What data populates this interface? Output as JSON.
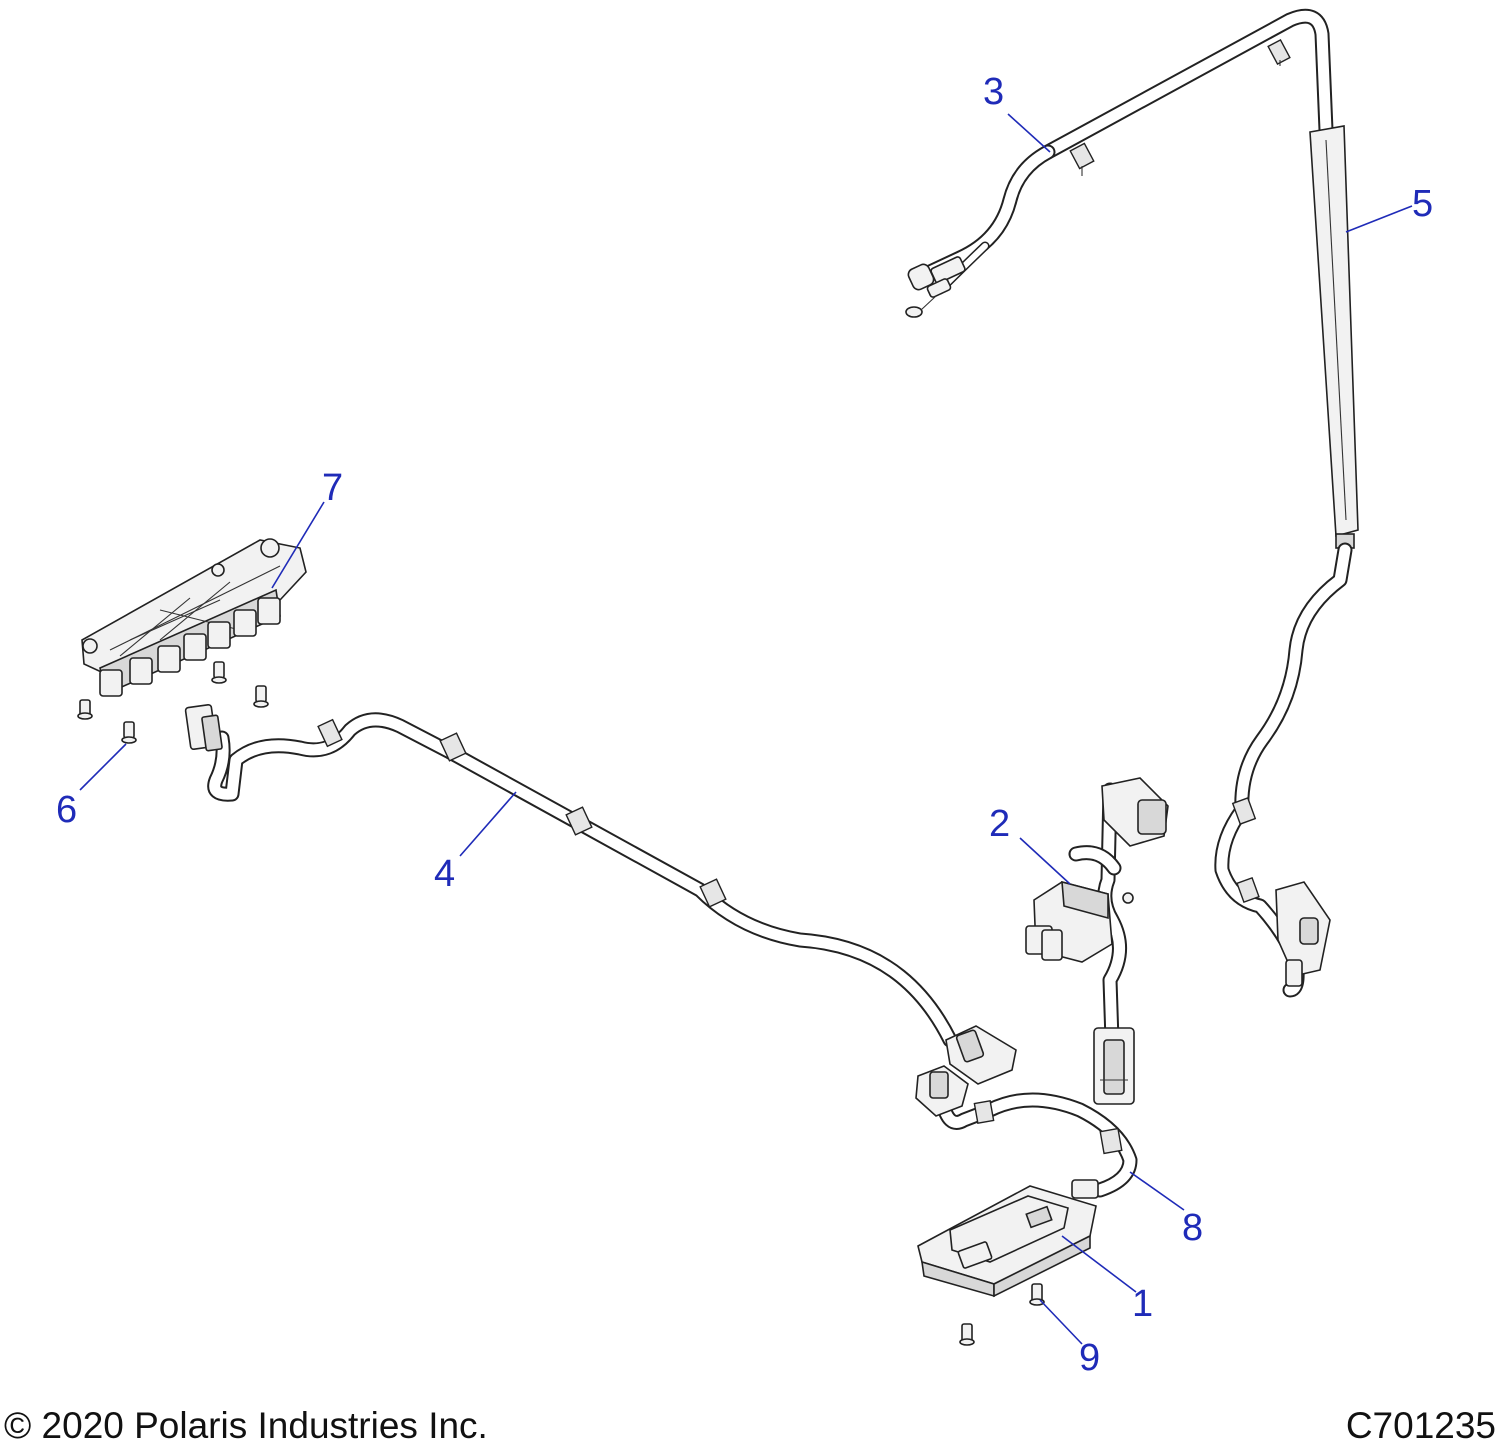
{
  "callouts": [
    {
      "id": "1",
      "label": "1"
    },
    {
      "id": "2",
      "label": "2"
    },
    {
      "id": "3",
      "label": "3"
    },
    {
      "id": "4",
      "label": "4"
    },
    {
      "id": "5",
      "label": "5"
    },
    {
      "id": "6",
      "label": "6"
    },
    {
      "id": "7",
      "label": "7"
    },
    {
      "id": "8",
      "label": "8"
    },
    {
      "id": "9",
      "label": "9"
    }
  ],
  "footer": {
    "copyright": "© 2020 Polaris Industries Inc.",
    "code": "C701235"
  },
  "colors": {
    "callout": "#1f2bb8",
    "line": "#222222"
  }
}
